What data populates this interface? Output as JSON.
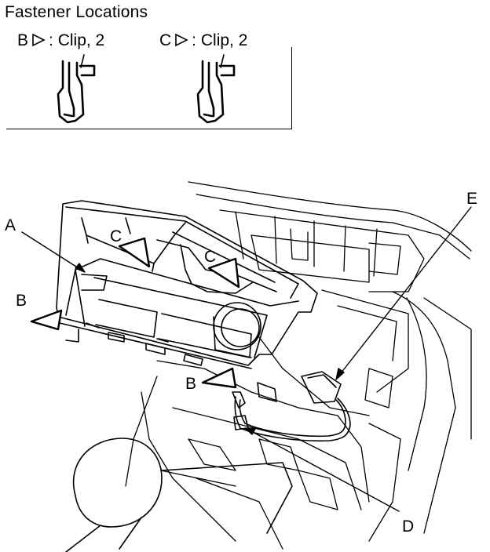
{
  "title": "Fastener Locations",
  "legend": [
    {
      "letter": "B",
      "separator": ":",
      "text": "Clip, 2"
    },
    {
      "letter": "C",
      "separator": ":",
      "text": "Clip, 2"
    }
  ],
  "callouts": {
    "A": "A",
    "B_upper": "B",
    "B_lower": "B",
    "C_left": "C",
    "C_right": "C",
    "D": "D",
    "E": "E"
  },
  "colors": {
    "line": "#000000",
    "background": "#ffffff"
  },
  "icons": [
    "clip-icon",
    "triangle-pointer-icon"
  ]
}
